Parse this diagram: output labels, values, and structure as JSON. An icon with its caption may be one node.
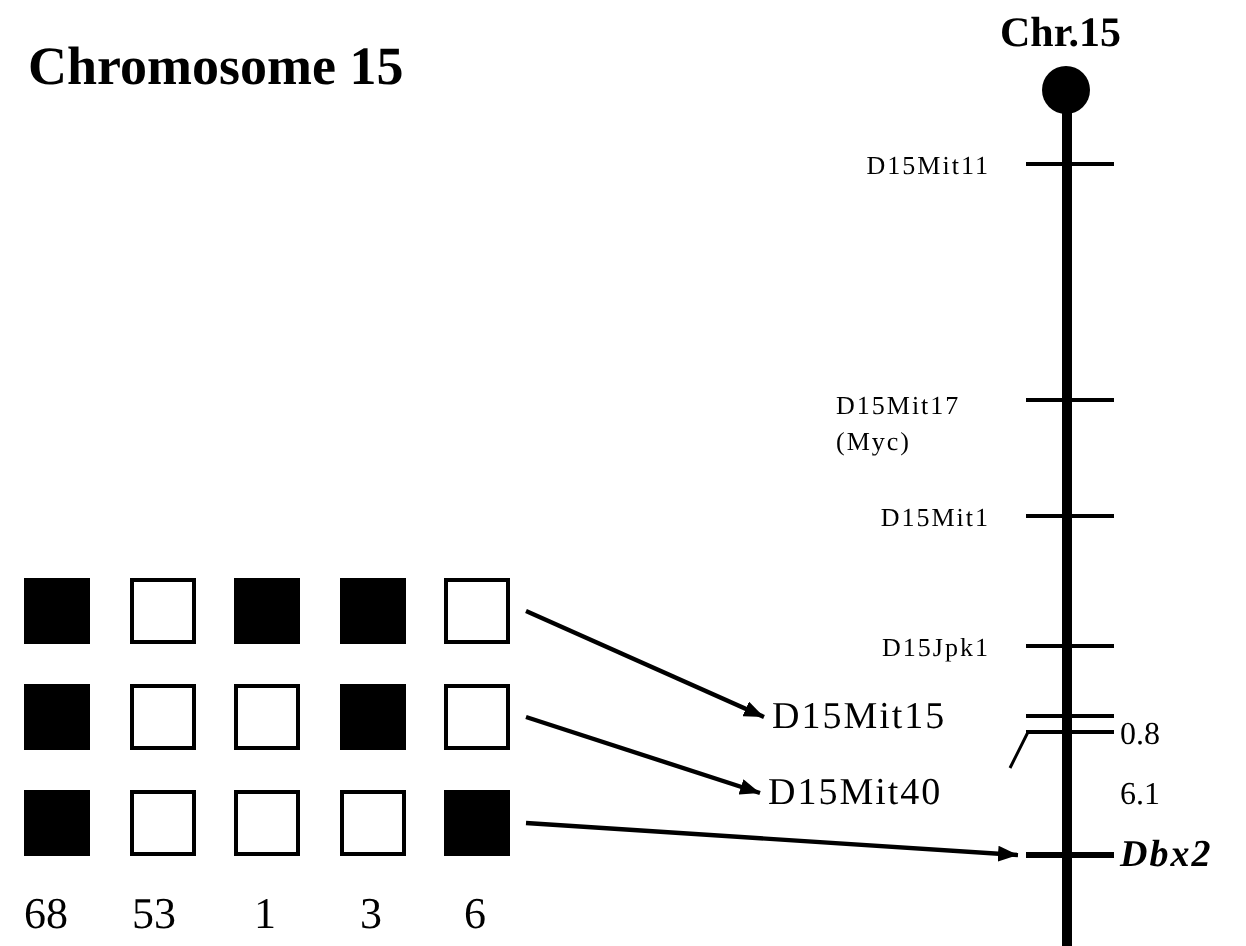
{
  "diagram": {
    "title": "Chromosome 15",
    "nodes": [
      {
        "text": [],
        "shape": "block"
      },
      {
        "text": [],
        "shape": "square"
      },
      {
        "text": [],
        "shape": "block"
      },
      {
        "text": [],
        "shape": "block"
      },
      {
        "text": [],
        "shape": "square"
      },
      {
        "text": [],
        "shape": "block"
      },
      {
        "text": [],
        "shape": "square"
      },
      {
        "text": [],
        "shape": "square"
      },
      {
        "text": [],
        "shape": "block"
      },
      {
        "text": [],
        "shape": "square"
      },
      {
        "text": [],
        "shape": "block"
      },
      {
        "text": [],
        "shape": "square"
      },
      {
        "text": [],
        "shape": "square"
      },
      {
        "text": [],
        "shape": "square"
      },
      {
        "text": [],
        "shape": "block"
      },
      {
        "text": [
          "D15Mit15"
        ]
      },
      {
        "text": [
          "D15Mit40"
        ]
      },
      {
        "text": [],
        "shape": "bar"
      }
    ],
    "edges": [
      {
        "from": 4,
        "to": 15,
        "arrow": "to"
      },
      {
        "from": 9,
        "to": 16,
        "arrow": "to"
      },
      {
        "from": 14,
        "to": 17,
        "arrow": "to"
      }
    ],
    "labels": [
      "Chr.15",
      "D15Mit11",
      "D15Mit17 (Myc)",
      "D15Mit1",
      "D15Jpk1",
      "0.8",
      "6.1",
      "Dbx2",
      "68",
      "53",
      "1",
      "3",
      "6"
    ]
  }
}
